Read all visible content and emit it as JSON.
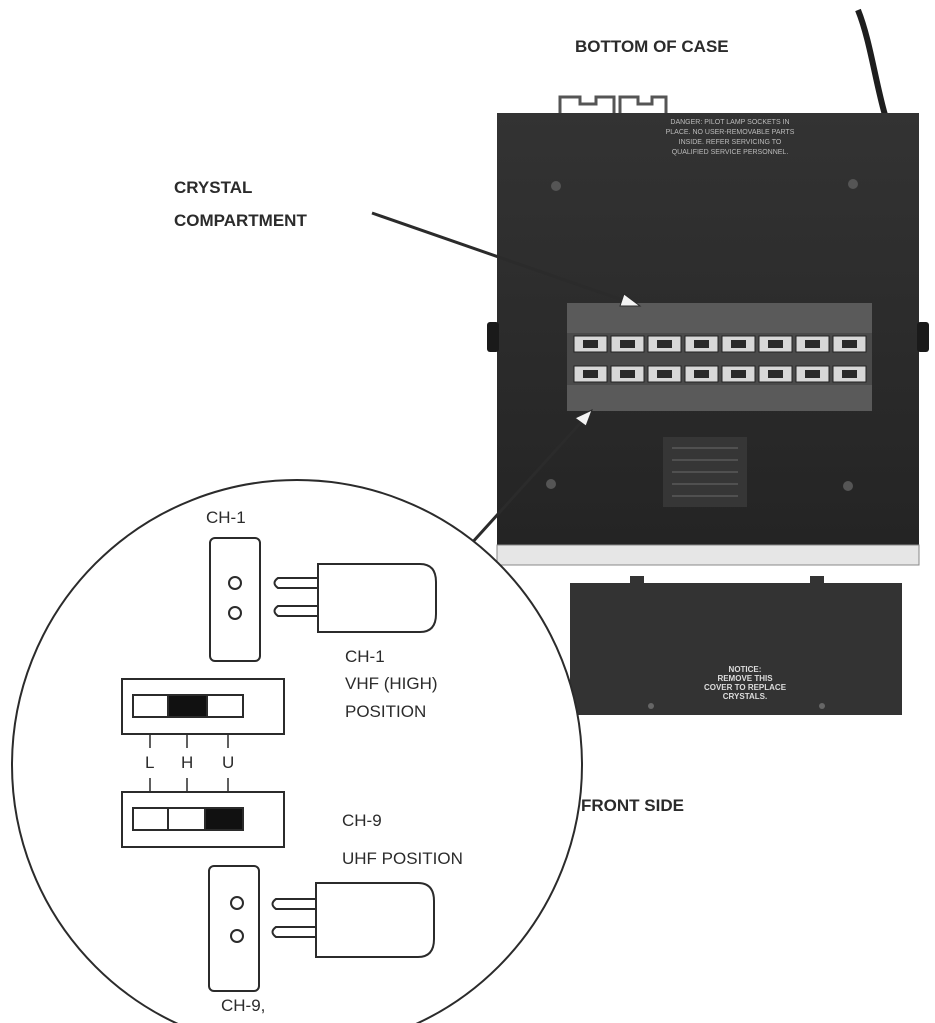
{
  "labels": {
    "bottom_of_case": "BOTTOM OF CASE",
    "crystal_line1": "CRYSTAL",
    "crystal_line2": "COMPARTMENT",
    "front_side": "FRONT SIDE"
  },
  "inset": {
    "ch1_socket_label": "CH-1",
    "ch1_crystal_line1": "CH-1",
    "ch1_crystal_line2": "VHF (HIGH)",
    "ch1_crystal_line3": "POSITION",
    "switch_positions": [
      "L",
      "H",
      "U"
    ],
    "ch9_crystal_line1": "CH-9",
    "ch9_crystal_line2": "UHF POSITION",
    "ch9_socket_label": "CH-9,"
  },
  "case_text": {
    "top_warning": [
      "DANGER: PILOT LAMP SOCKETS IN",
      "PLACE. NO USER-REMOVABLE PARTS",
      "INSIDE. REFER SERVICING TO",
      "QUALIFIED SERVICE PERSONNEL."
    ],
    "cover_notice": [
      "NOTICE:",
      "REMOVE THIS",
      "COVER TO REPLACE",
      "CRYSTALS."
    ]
  },
  "colors": {
    "ink": "#2b2b2b",
    "case_dark": "#2a2a2a",
    "case_mid": "#3a3a3a",
    "board": "#4a4a4a",
    "slot_light": "#d8d8d8",
    "switch_fill": "#111111"
  }
}
